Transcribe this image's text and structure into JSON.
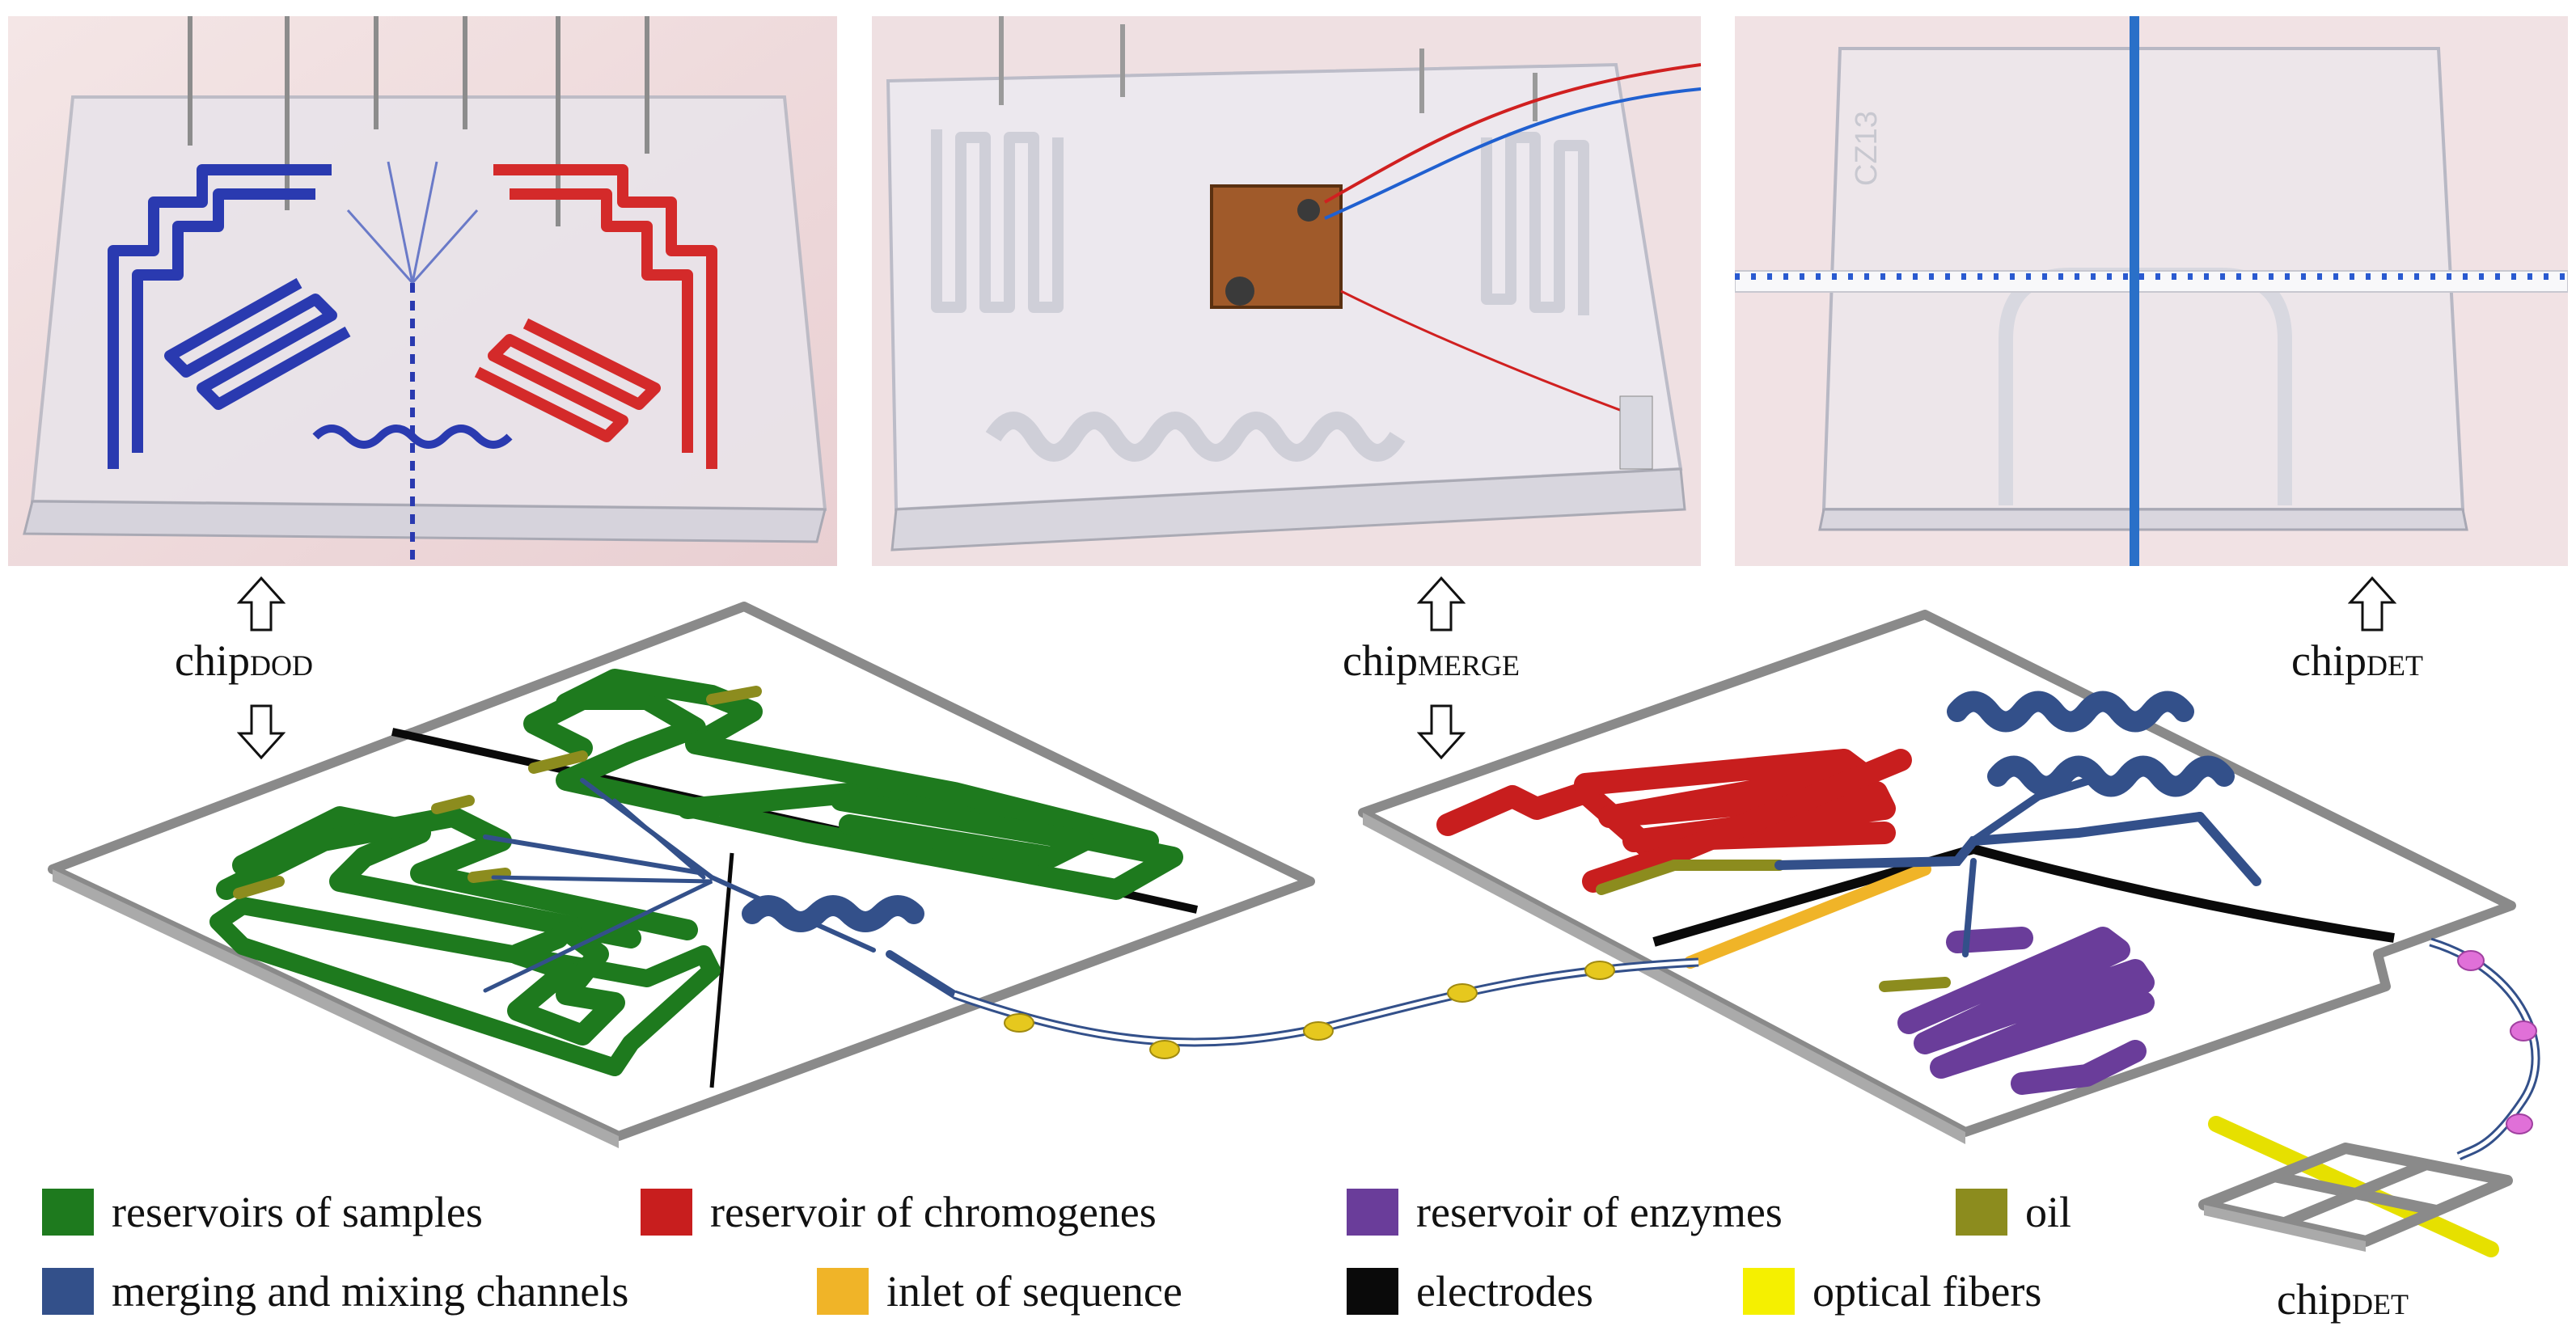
{
  "labels": {
    "chip_dod": {
      "main": "chip",
      "sub": "DOD"
    },
    "chip_merge": {
      "main": "chip",
      "sub": "MERGE"
    },
    "chip_det_top": {
      "main": "chip",
      "sub": "DET"
    },
    "chip_det_bottom": {
      "main": "chip",
      "sub": "DET"
    }
  },
  "legend": [
    {
      "label": "reservoirs of samples",
      "color": "#1e7a1e"
    },
    {
      "label": "reservoir of chromogenes",
      "color": "#c81e1e"
    },
    {
      "label": "reservoir of enzymes",
      "color": "#6a3d9a"
    },
    {
      "label": "oil",
      "color": "#8c8c1e"
    },
    {
      "label": "merging and mixing channels",
      "color": "#33508a"
    },
    {
      "label": "inlet of sequence",
      "color": "#f0b428"
    },
    {
      "label": "electrodes",
      "color": "#0a0a0a"
    },
    {
      "label": "optical fibers",
      "color": "#f5f000"
    }
  ],
  "colors": {
    "chip_frame": "#8a8a8a",
    "photo_background": "#f2dede",
    "tube_segment": "#e6c81e",
    "det_segment": "#e070d8"
  }
}
